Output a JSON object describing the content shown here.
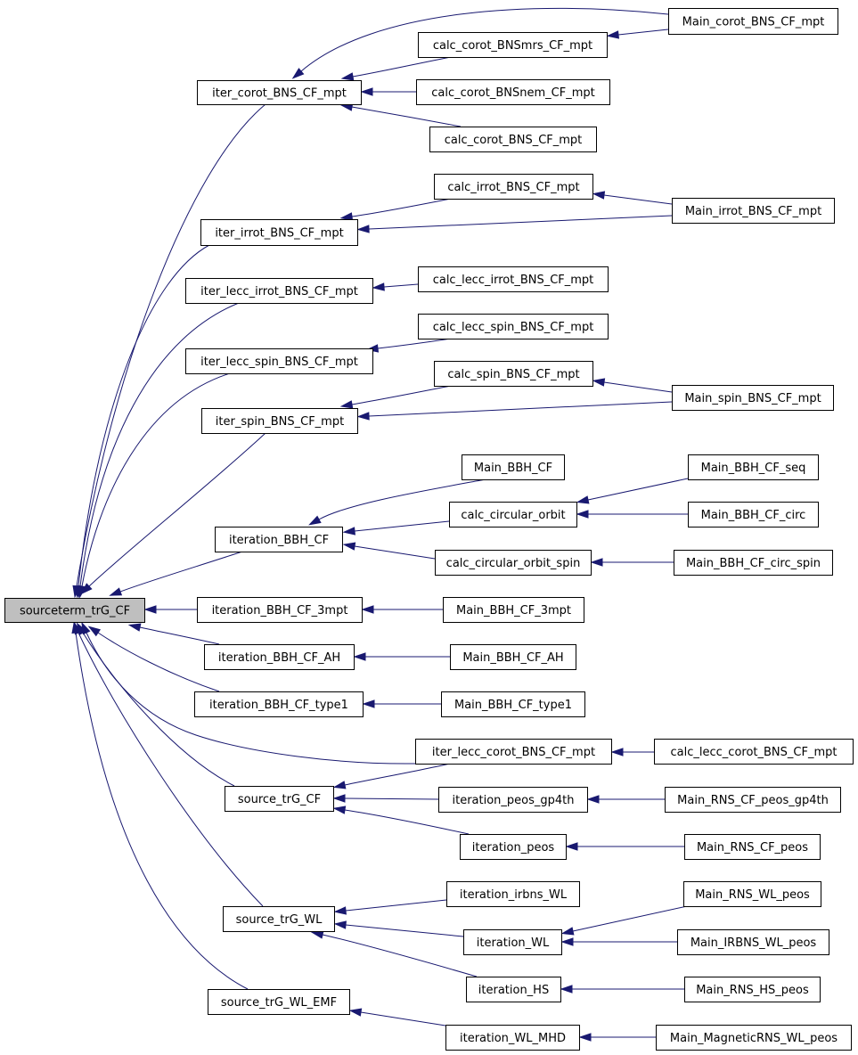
{
  "nodes": [
    {
      "id": "sourceterm_trG_CF",
      "label": "sourceterm_trG_CF"
    },
    {
      "id": "iter_corot_BNS_CF_mpt",
      "label": "iter_corot_BNS_CF_mpt"
    },
    {
      "id": "Main_corot_BNS_CF_mpt",
      "label": "Main_corot_BNS_CF_mpt"
    },
    {
      "id": "calc_corot_BNSmrs_CF_mpt",
      "label": "calc_corot_BNSmrs_CF_mpt"
    },
    {
      "id": "calc_corot_BNSnem_CF_mpt",
      "label": "calc_corot_BNSnem_CF_mpt"
    },
    {
      "id": "calc_corot_BNS_CF_mpt",
      "label": "calc_corot_BNS_CF_mpt"
    },
    {
      "id": "calc_irrot_BNS_CF_mpt",
      "label": "calc_irrot_BNS_CF_mpt"
    },
    {
      "id": "iter_irrot_BNS_CF_mpt",
      "label": "iter_irrot_BNS_CF_mpt"
    },
    {
      "id": "Main_irrot_BNS_CF_mpt",
      "label": "Main_irrot_BNS_CF_mpt"
    },
    {
      "id": "iter_lecc_irrot_BNS_CF_mpt",
      "label": "iter_lecc_irrot_BNS_CF_mpt"
    },
    {
      "id": "calc_lecc_irrot_BNS_CF_mpt",
      "label": "calc_lecc_irrot_BNS_CF_mpt"
    },
    {
      "id": "calc_lecc_spin_BNS_CF_mpt",
      "label": "calc_lecc_spin_BNS_CF_mpt"
    },
    {
      "id": "iter_lecc_spin_BNS_CF_mpt",
      "label": "iter_lecc_spin_BNS_CF_mpt"
    },
    {
      "id": "calc_spin_BNS_CF_mpt",
      "label": "calc_spin_BNS_CF_mpt"
    },
    {
      "id": "iter_spin_BNS_CF_mpt",
      "label": "iter_spin_BNS_CF_mpt"
    },
    {
      "id": "Main_spin_BNS_CF_mpt",
      "label": "Main_spin_BNS_CF_mpt"
    },
    {
      "id": "Main_BBH_CF",
      "label": "Main_BBH_CF"
    },
    {
      "id": "Main_BBH_CF_seq",
      "label": "Main_BBH_CF_seq"
    },
    {
      "id": "calc_circular_orbit",
      "label": "calc_circular_orbit"
    },
    {
      "id": "Main_BBH_CF_circ",
      "label": "Main_BBH_CF_circ"
    },
    {
      "id": "iteration_BBH_CF",
      "label": "iteration_BBH_CF"
    },
    {
      "id": "calc_circular_orbit_spin",
      "label": "calc_circular_orbit_spin"
    },
    {
      "id": "Main_BBH_CF_circ_spin",
      "label": "Main_BBH_CF_circ_spin"
    },
    {
      "id": "iteration_BBH_CF_3mpt",
      "label": "iteration_BBH_CF_3mpt"
    },
    {
      "id": "Main_BBH_CF_3mpt",
      "label": "Main_BBH_CF_3mpt"
    },
    {
      "id": "iteration_BBH_CF_AH",
      "label": "iteration_BBH_CF_AH"
    },
    {
      "id": "Main_BBH_CF_AH",
      "label": "Main_BBH_CF_AH"
    },
    {
      "id": "iteration_BBH_CF_type1",
      "label": "iteration_BBH_CF_type1"
    },
    {
      "id": "Main_BBH_CF_type1",
      "label": "Main_BBH_CF_type1"
    },
    {
      "id": "iter_lecc_corot_BNS_CF_mpt",
      "label": "iter_lecc_corot_BNS_CF_mpt"
    },
    {
      "id": "calc_lecc_corot_BNS_CF_mpt",
      "label": "calc_lecc_corot_BNS_CF_mpt"
    },
    {
      "id": "source_trG_CF",
      "label": "source_trG_CF"
    },
    {
      "id": "iteration_peos_gp4th",
      "label": "iteration_peos_gp4th"
    },
    {
      "id": "Main_RNS_CF_peos_gp4th",
      "label": "Main_RNS_CF_peos_gp4th"
    },
    {
      "id": "iteration_peos",
      "label": "iteration_peos"
    },
    {
      "id": "Main_RNS_CF_peos",
      "label": "Main_RNS_CF_peos"
    },
    {
      "id": "iteration_irbns_WL",
      "label": "iteration_irbns_WL"
    },
    {
      "id": "Main_RNS_WL_peos",
      "label": "Main_RNS_WL_peos"
    },
    {
      "id": "source_trG_WL",
      "label": "source_trG_WL"
    },
    {
      "id": "iteration_WL",
      "label": "iteration_WL"
    },
    {
      "id": "Main_IRBNS_WL_peos",
      "label": "Main_IRBNS_WL_peos"
    },
    {
      "id": "iteration_HS",
      "label": "iteration_HS"
    },
    {
      "id": "Main_RNS_HS_peos",
      "label": "Main_RNS_HS_peos"
    },
    {
      "id": "source_trG_WL_EMF",
      "label": "source_trG_WL_EMF"
    },
    {
      "id": "iteration_WL_MHD",
      "label": "iteration_WL_MHD"
    },
    {
      "id": "Main_MagneticRNS_WL_peos",
      "label": "Main_MagneticRNS_WL_peos"
    }
  ],
  "edges": [
    {
      "from": "iter_corot_BNS_CF_mpt",
      "to": "sourceterm_trG_CF"
    },
    {
      "from": "iter_irrot_BNS_CF_mpt",
      "to": "sourceterm_trG_CF"
    },
    {
      "from": "iter_lecc_irrot_BNS_CF_mpt",
      "to": "sourceterm_trG_CF"
    },
    {
      "from": "iter_lecc_spin_BNS_CF_mpt",
      "to": "sourceterm_trG_CF"
    },
    {
      "from": "iter_spin_BNS_CF_mpt",
      "to": "sourceterm_trG_CF"
    },
    {
      "from": "iteration_BBH_CF",
      "to": "sourceterm_trG_CF"
    },
    {
      "from": "iteration_BBH_CF_3mpt",
      "to": "sourceterm_trG_CF"
    },
    {
      "from": "iteration_BBH_CF_AH",
      "to": "sourceterm_trG_CF"
    },
    {
      "from": "iteration_BBH_CF_type1",
      "to": "sourceterm_trG_CF"
    },
    {
      "from": "iter_lecc_corot_BNS_CF_mpt",
      "to": "sourceterm_trG_CF"
    },
    {
      "from": "source_trG_CF",
      "to": "sourceterm_trG_CF"
    },
    {
      "from": "source_trG_WL",
      "to": "sourceterm_trG_CF"
    },
    {
      "from": "source_trG_WL_EMF",
      "to": "sourceterm_trG_CF"
    },
    {
      "from": "Main_corot_BNS_CF_mpt",
      "to": "iter_corot_BNS_CF_mpt"
    },
    {
      "from": "calc_corot_BNSmrs_CF_mpt",
      "to": "iter_corot_BNS_CF_mpt"
    },
    {
      "from": "calc_corot_BNSnem_CF_mpt",
      "to": "iter_corot_BNS_CF_mpt"
    },
    {
      "from": "calc_corot_BNS_CF_mpt",
      "to": "iter_corot_BNS_CF_mpt"
    },
    {
      "from": "Main_corot_BNS_CF_mpt",
      "to": "calc_corot_BNSmrs_CF_mpt"
    },
    {
      "from": "calc_irrot_BNS_CF_mpt",
      "to": "iter_irrot_BNS_CF_mpt"
    },
    {
      "from": "Main_irrot_BNS_CF_mpt",
      "to": "iter_irrot_BNS_CF_mpt"
    },
    {
      "from": "Main_irrot_BNS_CF_mpt",
      "to": "calc_irrot_BNS_CF_mpt"
    },
    {
      "from": "calc_lecc_irrot_BNS_CF_mpt",
      "to": "iter_lecc_irrot_BNS_CF_mpt"
    },
    {
      "from": "calc_lecc_spin_BNS_CF_mpt",
      "to": "iter_lecc_spin_BNS_CF_mpt"
    },
    {
      "from": "calc_spin_BNS_CF_mpt",
      "to": "iter_spin_BNS_CF_mpt"
    },
    {
      "from": "Main_spin_BNS_CF_mpt",
      "to": "iter_spin_BNS_CF_mpt"
    },
    {
      "from": "Main_spin_BNS_CF_mpt",
      "to": "calc_spin_BNS_CF_mpt"
    },
    {
      "from": "Main_BBH_CF",
      "to": "iteration_BBH_CF"
    },
    {
      "from": "calc_circular_orbit",
      "to": "iteration_BBH_CF"
    },
    {
      "from": "calc_circular_orbit_spin",
      "to": "iteration_BBH_CF"
    },
    {
      "from": "Main_BBH_CF_seq",
      "to": "calc_circular_orbit"
    },
    {
      "from": "Main_BBH_CF_circ",
      "to": "calc_circular_orbit"
    },
    {
      "from": "Main_BBH_CF_circ_spin",
      "to": "calc_circular_orbit_spin"
    },
    {
      "from": "Main_BBH_CF_3mpt",
      "to": "iteration_BBH_CF_3mpt"
    },
    {
      "from": "Main_BBH_CF_AH",
      "to": "iteration_BBH_CF_AH"
    },
    {
      "from": "Main_BBH_CF_type1",
      "to": "iteration_BBH_CF_type1"
    },
    {
      "from": "calc_lecc_corot_BNS_CF_mpt",
      "to": "iter_lecc_corot_BNS_CF_mpt"
    },
    {
      "from": "iter_lecc_corot_BNS_CF_mpt",
      "to": "source_trG_CF"
    },
    {
      "from": "iteration_peos_gp4th",
      "to": "source_trG_CF"
    },
    {
      "from": "iteration_peos",
      "to": "source_trG_CF"
    },
    {
      "from": "Main_RNS_CF_peos_gp4th",
      "to": "iteration_peos_gp4th"
    },
    {
      "from": "Main_RNS_CF_peos",
      "to": "iteration_peos"
    },
    {
      "from": "iteration_irbns_WL",
      "to": "source_trG_WL"
    },
    {
      "from": "iteration_WL",
      "to": "source_trG_WL"
    },
    {
      "from": "iteration_HS",
      "to": "source_trG_WL"
    },
    {
      "from": "Main_RNS_WL_peos",
      "to": "iteration_WL"
    },
    {
      "from": "Main_IRBNS_WL_peos",
      "to": "iteration_WL"
    },
    {
      "from": "Main_RNS_HS_peos",
      "to": "iteration_HS"
    },
    {
      "from": "iteration_WL_MHD",
      "to": "source_trG_WL_EMF"
    },
    {
      "from": "Main_MagneticRNS_WL_peos",
      "to": "iteration_WL_MHD"
    }
  ]
}
